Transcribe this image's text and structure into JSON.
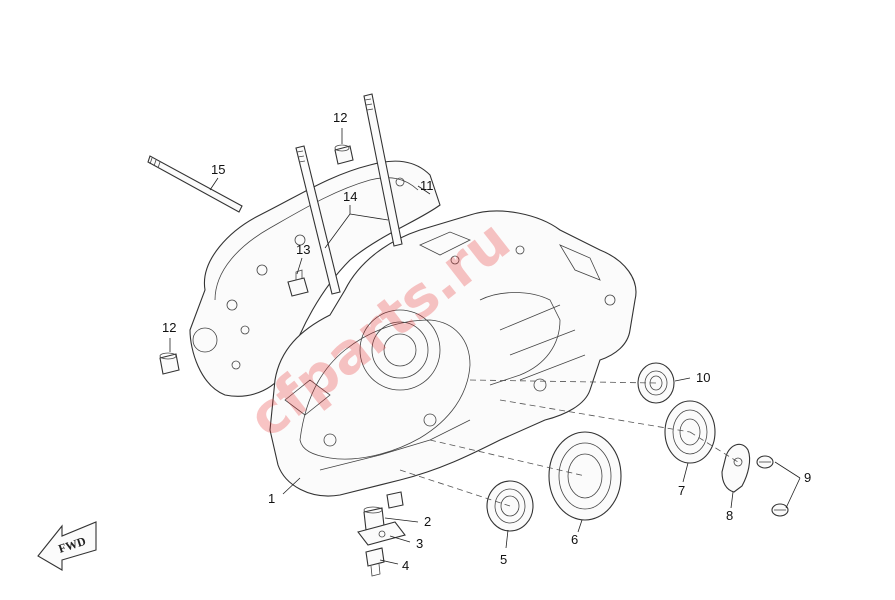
{
  "callouts": {
    "c1": "1",
    "c2": "2",
    "c3": "3",
    "c4": "4",
    "c5": "5",
    "c6": "6",
    "c7": "7",
    "c8": "8",
    "c9": "9",
    "c10": "10",
    "c11": "11",
    "c12a": "12",
    "c12b": "12",
    "c13": "13",
    "c14": "14",
    "c15": "15"
  },
  "fwd_label": "FWD",
  "watermark": "cfparts.ru",
  "colors": {
    "line": "#333333",
    "watermark": "#e83030",
    "background": "#ffffff"
  }
}
